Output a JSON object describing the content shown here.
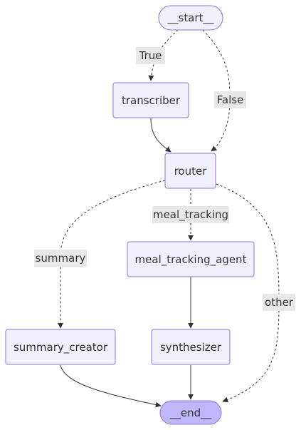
{
  "colors": {
    "node_fill": "#f2f0ff",
    "node_stroke": "#9370db",
    "end_fill": "#bfb6fc",
    "edge": "#333333",
    "label_bg": "#e8e8e8",
    "text": "#333333"
  },
  "nodes": {
    "start": "__start__",
    "transcriber": "transcriber",
    "router": "router",
    "meal_tracking_agent": "meal_tracking_agent",
    "summary_creator": "summary_creator",
    "synthesizer": "synthesizer",
    "end": "__end__"
  },
  "edges": [
    {
      "from": "start",
      "to": "transcriber",
      "label": "True",
      "style": "dotted"
    },
    {
      "from": "start",
      "to": "router",
      "label": "False",
      "style": "dotted"
    },
    {
      "from": "transcriber",
      "to": "router",
      "label": "",
      "style": "solid"
    },
    {
      "from": "router",
      "to": "meal_tracking_agent",
      "label": "meal_tracking",
      "style": "dotted"
    },
    {
      "from": "router",
      "to": "summary_creator",
      "label": "summary",
      "style": "dotted"
    },
    {
      "from": "router",
      "to": "end",
      "label": "other",
      "style": "dotted"
    },
    {
      "from": "meal_tracking_agent",
      "to": "synthesizer",
      "label": "",
      "style": "solid"
    },
    {
      "from": "summary_creator",
      "to": "end",
      "label": "",
      "style": "solid"
    },
    {
      "from": "synthesizer",
      "to": "end",
      "label": "",
      "style": "solid"
    }
  ]
}
